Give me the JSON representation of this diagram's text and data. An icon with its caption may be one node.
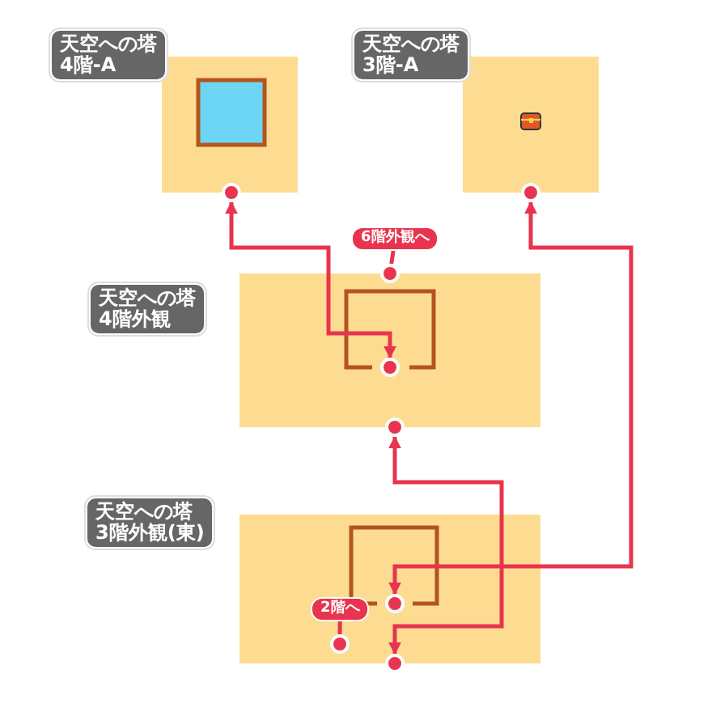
{
  "diagram": {
    "nodes": [
      {
        "text": [
          "天空への塔4階-A"
        ]
      },
      {
        "text": [
          "天空への塔3階-A"
        ]
      },
      {
        "text": [],
        "shape": "circle"
      },
      {
        "text": [],
        "shape": "circle"
      },
      {
        "text": [
          "6階外観へ"
        ]
      },
      {
        "text": [
          "天空への塔4階外観"
        ]
      },
      {
        "text": [],
        "shape": "circle"
      },
      {
        "text": [],
        "shape": "circle",
        "in": 5
      },
      {
        "text": [],
        "shape": "circle"
      },
      {
        "text": [
          "天空への塔3階外観(東)"
        ]
      },
      {
        "text": [],
        "shape": "circle",
        "in": 9
      },
      {
        "text": [
          "2階へ"
        ],
        "in": 9
      },
      {
        "text": [],
        "shape": "circle",
        "in": 9
      },
      {
        "text": [],
        "shape": "circle"
      }
    ],
    "edges": [
      {
        "from": 2,
        "to": 7,
        "arrow": "both"
      },
      {
        "from": 3,
        "to": 10,
        "arrow": "both"
      },
      {
        "from": 8,
        "to": 13,
        "arrow": "both"
      },
      {
        "from": 4,
        "to": 6,
        "arrow": "none"
      },
      {
        "from": 11,
        "to": 12,
        "arrow": "none"
      }
    ]
  }
}
